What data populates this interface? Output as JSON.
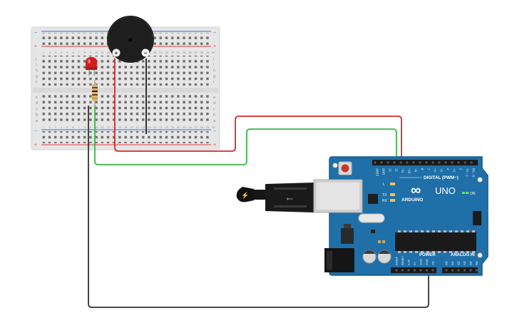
{
  "colors": {
    "wire_red": "#d12b2b",
    "wire_green": "#3cb54a",
    "wire_black": "#333333",
    "board_blue": "#1f6fa8",
    "breadboard": "#e8e8e8",
    "rail_red": "#e03a3a",
    "rail_blue": "#3a6fd1",
    "led_red": "#d11f1f",
    "buzzer_body": "#1e1e1e"
  },
  "breadboard": {
    "row_letters_top": [
      "j",
      "i",
      "h",
      "g",
      "f"
    ],
    "row_letters_bottom": [
      "e",
      "d",
      "c",
      "b",
      "a"
    ],
    "col_numbers": [
      "1",
      "2",
      "3",
      "4",
      "5",
      "6",
      "7",
      "8",
      "9",
      "10",
      "11",
      "12",
      "13",
      "14",
      "15",
      "16",
      "17",
      "18",
      "19",
      "20",
      "21",
      "22",
      "23",
      "24",
      "25",
      "26",
      "27",
      "28",
      "29",
      "30"
    ],
    "rail_plus": "+",
    "rail_minus": "−"
  },
  "buzzer": {
    "plus_label": "+",
    "minus_label": "−"
  },
  "arduino": {
    "brand": "ARDUINO",
    "model": "UNO",
    "logo": "∞",
    "digital_label": "DIGITAL (PWM~)",
    "power_label": "POWER",
    "analog_label": "ANALOG IN",
    "on_label": "ON",
    "led_labels": [
      "L",
      "TX",
      "RX"
    ],
    "header_top_pins": [
      "AREF",
      "GND",
      "13",
      "12",
      "~11",
      "~10",
      "~9",
      "8",
      "7",
      "~6",
      "~5",
      "4",
      "~3",
      "2",
      "TX→1",
      "RX←0"
    ],
    "power_pins": [
      "IOREF",
      "RESET",
      "3.3V",
      "5V",
      "GND",
      "GND",
      "Vin"
    ],
    "analog_pins": [
      "A0",
      "A1",
      "A2",
      "A3",
      "A4",
      "A5"
    ]
  }
}
